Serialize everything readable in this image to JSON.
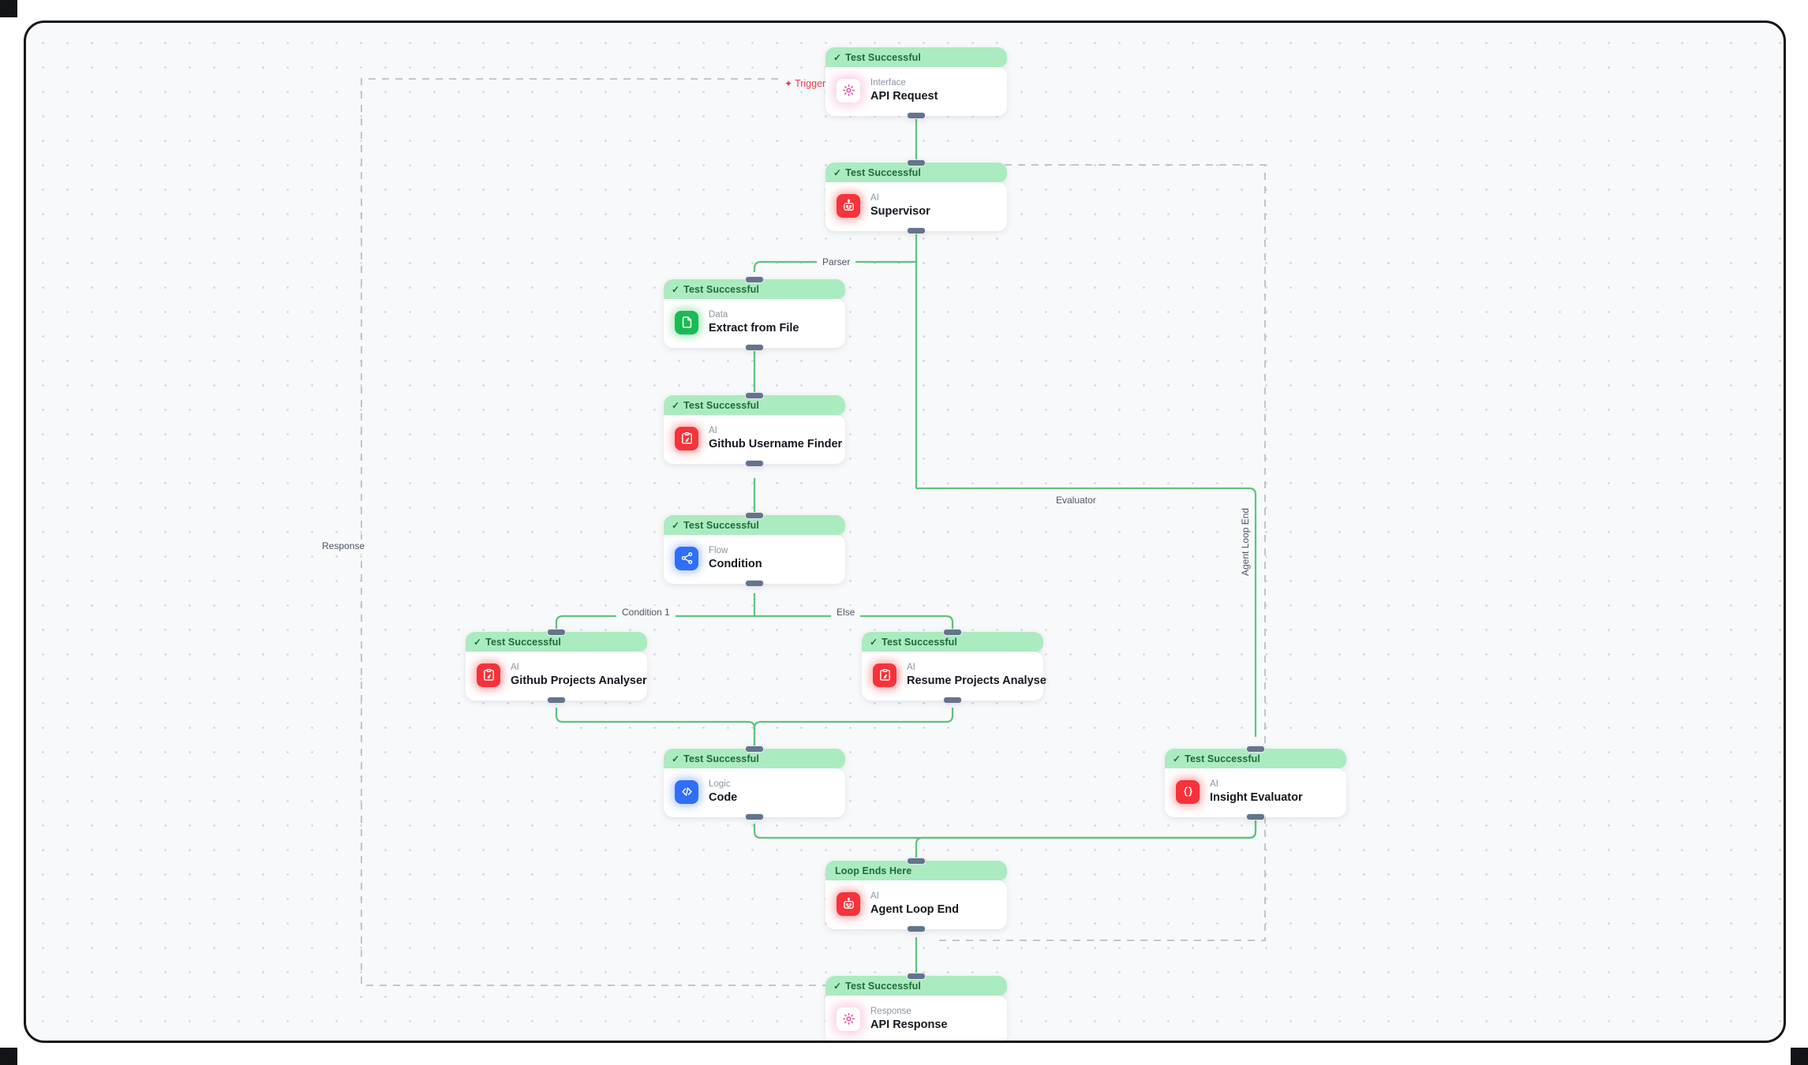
{
  "canvas": {
    "background": "#f8f9fb",
    "border_color": "#121417",
    "grid": "dot-grid"
  },
  "colors": {
    "status_header_bg": "#abebc0",
    "status_header_text": "#1d6b3a",
    "edge_green": "#5cc47c",
    "edge_dashed_gray": "#b9bfca",
    "trigger_red": "#ef3b4d",
    "icon_red": "#f6323a",
    "icon_green": "#19bb54",
    "icon_blue": "#2f6dfb",
    "icon_magenta": "#ec4899"
  },
  "labels": {
    "trigger": "Trigger",
    "parser": "Parser",
    "evaluator": "Evaluator",
    "response": "Response",
    "agent_loop_end": "Agent Loop End",
    "condition_1": "Condition 1",
    "else": "Else"
  },
  "status": {
    "success": "Test Successful",
    "loop_end": "Loop Ends Here"
  },
  "nodes": [
    {
      "id": "api-request",
      "status": "Test Successful",
      "has_check": true,
      "kind": "Interface",
      "title": "API Request",
      "icon": "gear-icon",
      "icon_color": "magenta"
    },
    {
      "id": "supervisor",
      "status": "Test Successful",
      "has_check": true,
      "kind": "AI",
      "title": "Supervisor",
      "icon": "robot-icon",
      "icon_color": "red"
    },
    {
      "id": "extract-from-file",
      "status": "Test Successful",
      "has_check": true,
      "kind": "Data",
      "title": "Extract from File",
      "icon": "file-icon",
      "icon_color": "green"
    },
    {
      "id": "github-username-finder",
      "status": "Test Successful",
      "has_check": true,
      "kind": "AI",
      "title": "Github Username Finder",
      "icon": "clipboard-pen-icon",
      "icon_color": "red"
    },
    {
      "id": "condition",
      "status": "Test Successful",
      "has_check": true,
      "kind": "Flow",
      "title": "Condition",
      "icon": "branch-icon",
      "icon_color": "blue"
    },
    {
      "id": "github-projects-analyser",
      "status": "Test Successful",
      "has_check": true,
      "kind": "AI",
      "title": "Github Projects Analyser",
      "icon": "clipboard-pen-icon",
      "icon_color": "red"
    },
    {
      "id": "resume-projects-analyse",
      "status": "Test Successful",
      "has_check": true,
      "kind": "AI",
      "title": "Resume Projects Analyse",
      "icon": "clipboard-pen-icon",
      "icon_color": "red"
    },
    {
      "id": "code",
      "status": "Test Successful",
      "has_check": true,
      "kind": "Logic",
      "title": "Code",
      "icon": "code-icon",
      "icon_color": "blue"
    },
    {
      "id": "insight-evaluator",
      "status": "Test Successful",
      "has_check": true,
      "kind": "AI",
      "title": "Insight Evaluator",
      "icon": "braces-icon",
      "icon_color": "red"
    },
    {
      "id": "agent-loop-end",
      "status": "Loop Ends Here",
      "has_check": false,
      "kind": "AI",
      "title": "Agent Loop End",
      "icon": "robot-icon",
      "icon_color": "red"
    },
    {
      "id": "api-response",
      "status": "Test Successful",
      "has_check": true,
      "kind": "Response",
      "title": "API Response",
      "icon": "gear-icon",
      "icon_color": "magenta"
    }
  ],
  "check_glyph": "✓",
  "spark_glyph": "✦"
}
